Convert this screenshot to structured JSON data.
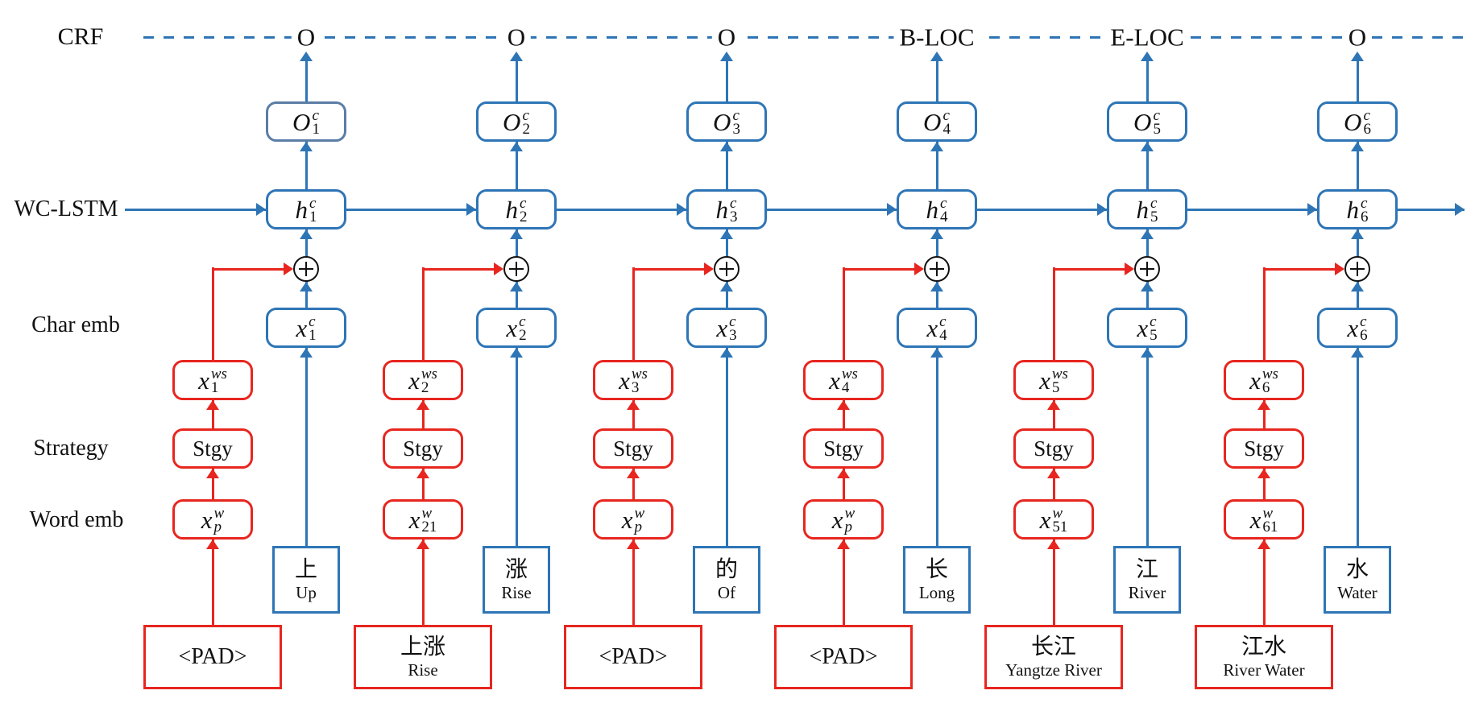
{
  "colors": {
    "blue": "#2E75B6",
    "red": "#E7261F",
    "black": "#111111",
    "o1_box_border": "#5B7DA6"
  },
  "left_labels": {
    "crf": "CRF",
    "wclstm": "WC-LSTM",
    "char_emb": "Char emb",
    "strategy": "Strategy",
    "word_emb": "Word emb"
  },
  "columns": [
    {
      "crf_tag": "O",
      "o": {
        "base": "O",
        "sup": "c",
        "sub": "1"
      },
      "h": {
        "base": "h",
        "sup": "c",
        "sub": "1"
      },
      "xc": {
        "base": "x",
        "sup": "c",
        "sub": "1"
      },
      "xws": {
        "base": "x",
        "sup": "ws",
        "sub": "1"
      },
      "stgy": "Stgy",
      "xw": {
        "base": "x",
        "sup": "w",
        "sub": "p"
      },
      "char": {
        "zh": "上",
        "en": "Up"
      },
      "word": {
        "zh": "<PAD>",
        "en": ""
      }
    },
    {
      "crf_tag": "O",
      "o": {
        "base": "O",
        "sup": "c",
        "sub": "2"
      },
      "h": {
        "base": "h",
        "sup": "c",
        "sub": "2"
      },
      "xc": {
        "base": "x",
        "sup": "c",
        "sub": "2"
      },
      "xws": {
        "base": "x",
        "sup": "ws",
        "sub": "2"
      },
      "stgy": "Stgy",
      "xw": {
        "base": "x",
        "sup": "w",
        "sub": "21"
      },
      "char": {
        "zh": "涨",
        "en": "Rise"
      },
      "word": {
        "zh": "上涨",
        "en": "Rise"
      }
    },
    {
      "crf_tag": "O",
      "o": {
        "base": "O",
        "sup": "c",
        "sub": "3"
      },
      "h": {
        "base": "h",
        "sup": "c",
        "sub": "3"
      },
      "xc": {
        "base": "x",
        "sup": "c",
        "sub": "3"
      },
      "xws": {
        "base": "x",
        "sup": "ws",
        "sub": "3"
      },
      "stgy": "Stgy",
      "xw": {
        "base": "x",
        "sup": "w",
        "sub": "p"
      },
      "char": {
        "zh": "的",
        "en": "Of"
      },
      "word": {
        "zh": "<PAD>",
        "en": ""
      }
    },
    {
      "crf_tag": "B-LOC",
      "o": {
        "base": "O",
        "sup": "c",
        "sub": "4"
      },
      "h": {
        "base": "h",
        "sup": "c",
        "sub": "4"
      },
      "xc": {
        "base": "x",
        "sup": "c",
        "sub": "4"
      },
      "xws": {
        "base": "x",
        "sup": "ws",
        "sub": "4"
      },
      "stgy": "Stgy",
      "xw": {
        "base": "x",
        "sup": "w",
        "sub": "p"
      },
      "char": {
        "zh": "长",
        "en": "Long"
      },
      "word": {
        "zh": "<PAD>",
        "en": ""
      }
    },
    {
      "crf_tag": "E-LOC",
      "o": {
        "base": "O",
        "sup": "c",
        "sub": "5"
      },
      "h": {
        "base": "h",
        "sup": "c",
        "sub": "5"
      },
      "xc": {
        "base": "x",
        "sup": "c",
        "sub": "5"
      },
      "xws": {
        "base": "x",
        "sup": "ws",
        "sub": "5"
      },
      "stgy": "Stgy",
      "xw": {
        "base": "x",
        "sup": "w",
        "sub": "51"
      },
      "char": {
        "zh": "江",
        "en": "River"
      },
      "word": {
        "zh": "长江",
        "en": "Yangtze River"
      }
    },
    {
      "crf_tag": "O",
      "o": {
        "base": "O",
        "sup": "c",
        "sub": "6"
      },
      "h": {
        "base": "h",
        "sup": "c",
        "sub": "6"
      },
      "xc": {
        "base": "x",
        "sup": "c",
        "sub": "6"
      },
      "xws": {
        "base": "x",
        "sup": "ws",
        "sub": "6"
      },
      "stgy": "Stgy",
      "xw": {
        "base": "x",
        "sup": "w",
        "sub": "61"
      },
      "char": {
        "zh": "水",
        "en": "Water"
      },
      "word": {
        "zh": "江水",
        "en": "River Water"
      }
    }
  ]
}
